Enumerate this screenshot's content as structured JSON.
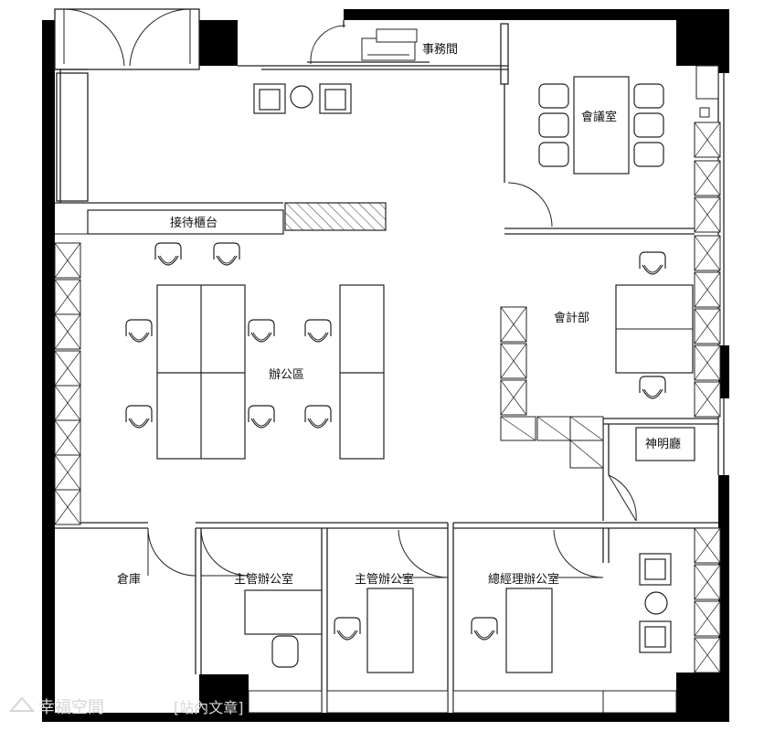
{
  "rooms": {
    "office_affairs": "事務間",
    "meeting_room": "會議室",
    "reception_counter": "接待櫃台",
    "office_area": "辦公區",
    "accounting": "會計部",
    "shrine_hall": "神明廳",
    "storage": "倉庫",
    "supervisor_office_1": "主管辦公室",
    "supervisor_office_2": "主管辦公室",
    "gm_office": "總經理辦公室"
  },
  "watermark": {
    "brand": "幸福空間",
    "suffix": "[站內文章]"
  }
}
